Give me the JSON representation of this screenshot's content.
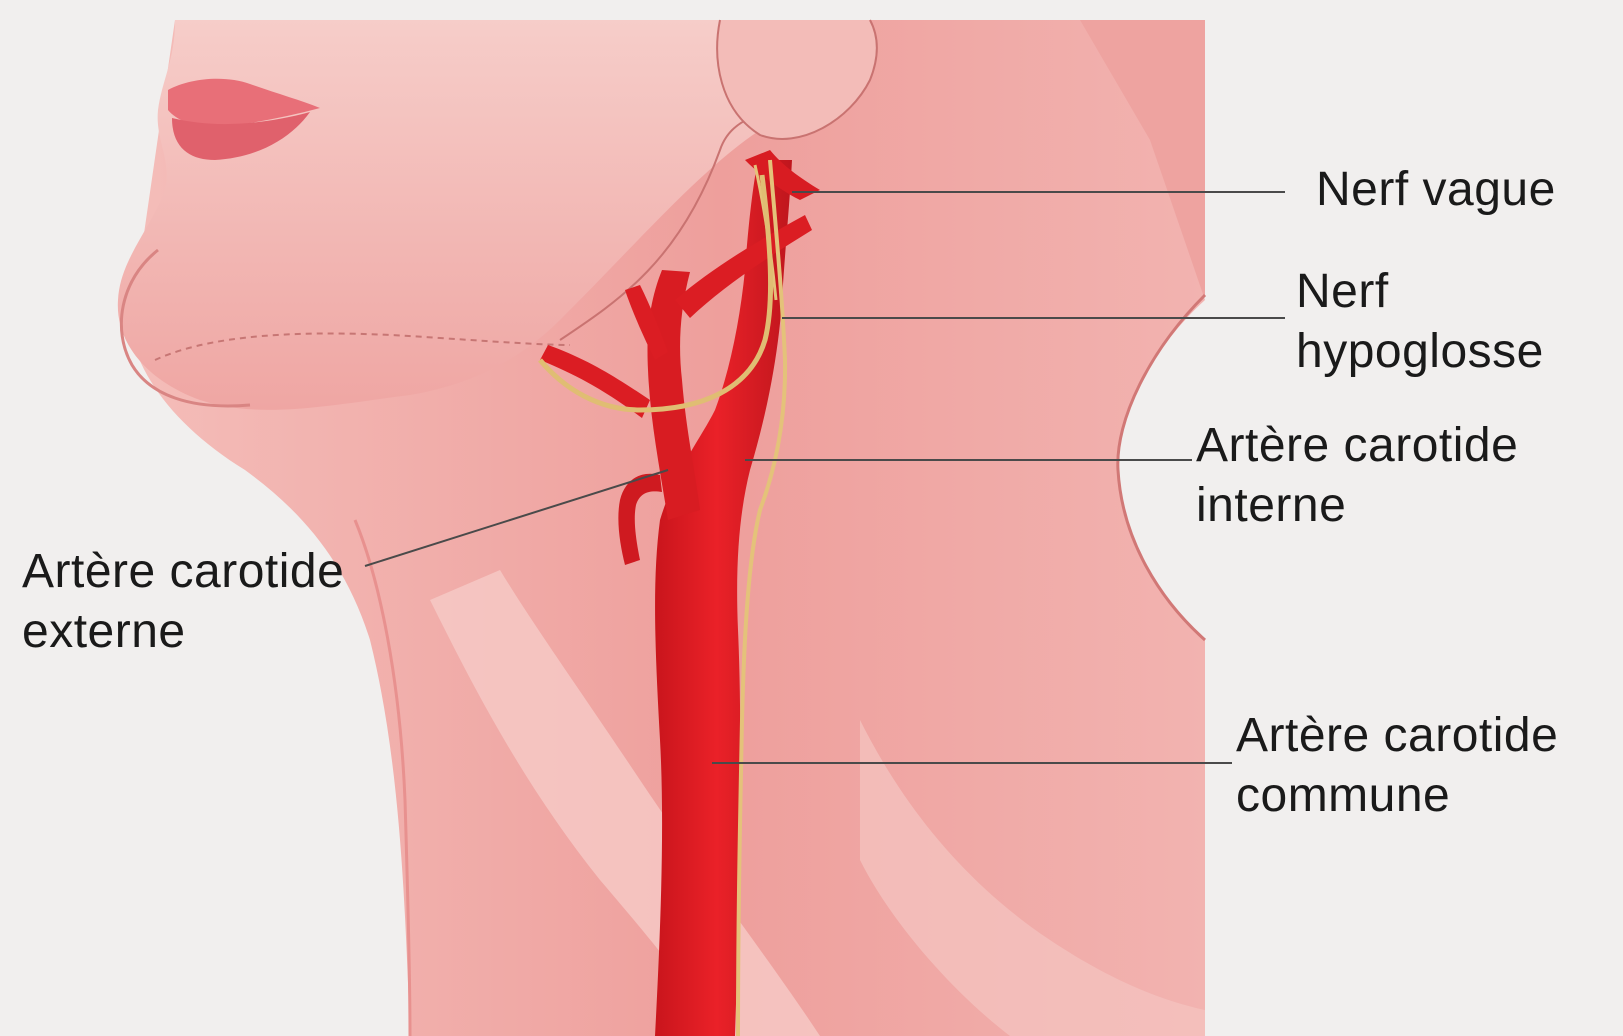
{
  "colors": {
    "background": "#f1efee",
    "skin": "#efa7a5",
    "skin_light": "#f5c7c4",
    "skin_dark": "#e58a8a",
    "artery": "#e51f25",
    "artery_dark": "#b8141b",
    "nerve": "#e5c27a",
    "leader_line": "#4a4a4a",
    "label_text": "#1a1a1a"
  },
  "labels": {
    "nerf_vague": {
      "line1": "Nerf vague"
    },
    "nerf_hypoglosse": {
      "line1": "Nerf",
      "line2": "hypoglosse"
    },
    "carotide_interne": {
      "line1": "Artère carotide",
      "line2": "interne"
    },
    "carotide_externe": {
      "line1": "Artère carotide",
      "line2": "externe"
    },
    "carotide_commune": {
      "line1": "Artère carotide",
      "line2": "commune"
    }
  }
}
